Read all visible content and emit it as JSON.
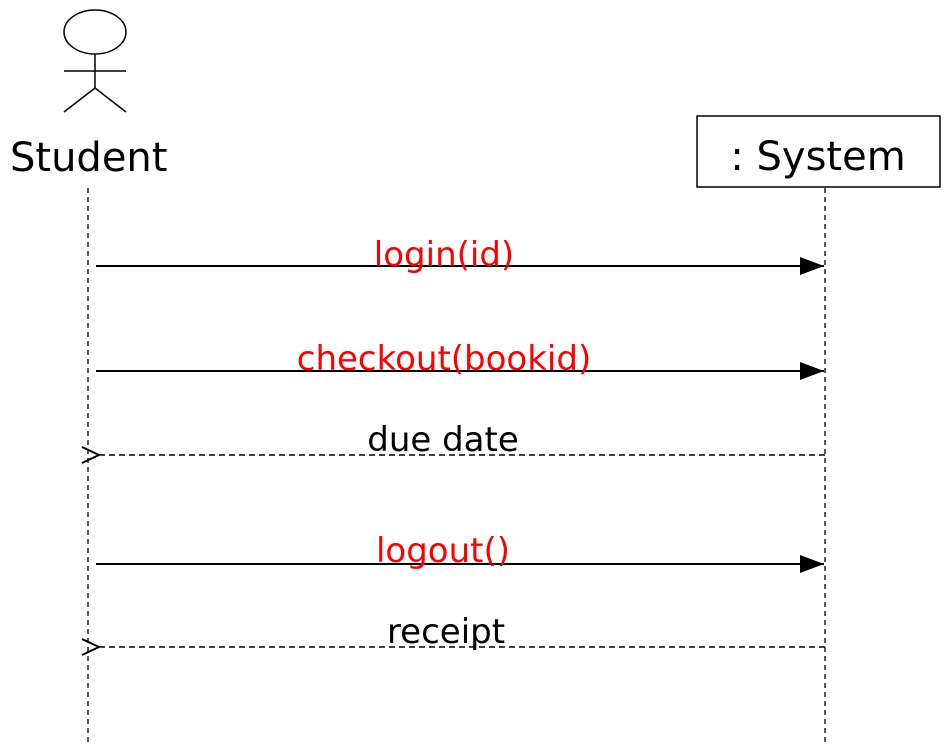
{
  "participants": {
    "actor": {
      "name": "Student"
    },
    "object": {
      "name": ": System"
    }
  },
  "messages": [
    {
      "label": "login(id)",
      "kind": "call",
      "color": "#ff0000"
    },
    {
      "label": "checkout(bookid)",
      "kind": "call",
      "color": "#ff0000"
    },
    {
      "label": "due date",
      "kind": "return",
      "color": "#000000"
    },
    {
      "label": "logout()",
      "kind": "call",
      "color": "#ff0000"
    },
    {
      "label": "receipt",
      "kind": "return",
      "color": "#000000"
    }
  ]
}
